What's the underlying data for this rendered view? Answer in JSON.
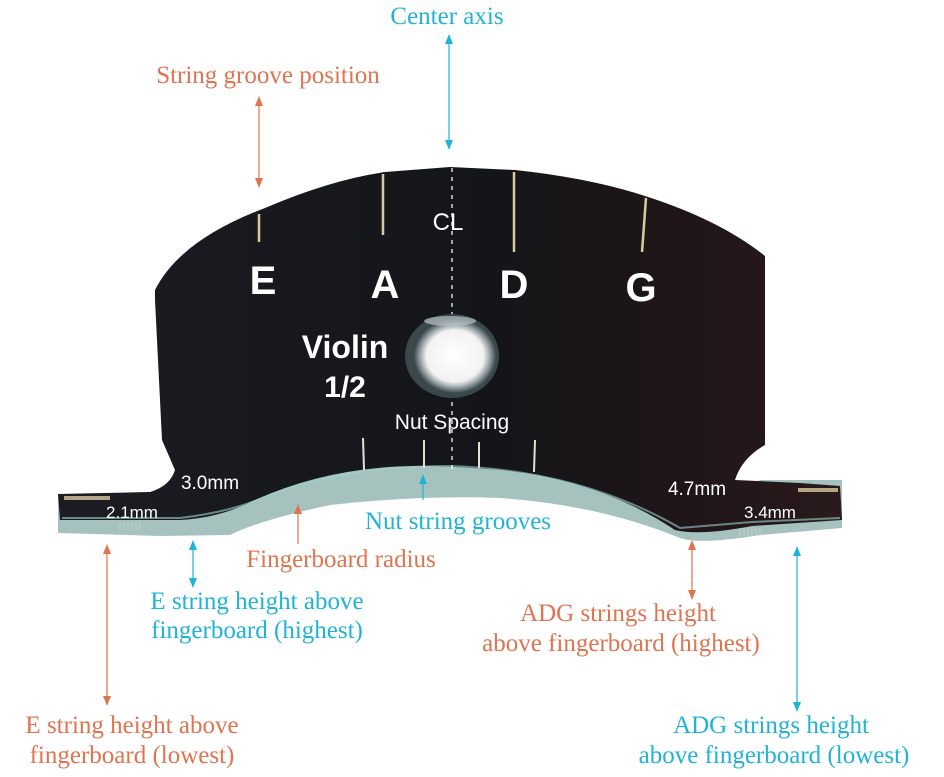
{
  "callouts": {
    "center_axis": "Center axis",
    "string_groove_position": "String groove position",
    "nut_string_grooves": "Nut string grooves",
    "fingerboard_radius": "Fingerboard radius",
    "e_high_line1": "E string height above",
    "e_high_line2": "fingerboard (highest)",
    "adg_high_line1": "ADG strings height",
    "adg_high_line2": "above fingerboard (highest)",
    "e_low_line1": "E string height above",
    "e_low_line2": "fingerboard (lowest)",
    "adg_low_line1": "ADG strings height",
    "adg_low_line2": "above fingerboard (lowest)"
  },
  "plate": {
    "strings": [
      "E",
      "A",
      "D",
      "G"
    ],
    "centerline": "CL",
    "model_line1": "Violin",
    "model_line2": "1/2",
    "nut_spacing": "Nut Spacing",
    "e_high_value": "3.0mm",
    "e_low_value": "2.1mm",
    "adg_high_value": "4.7mm",
    "adg_low_value": "3.4mm"
  },
  "colors": {
    "callout_orange": "#e07350",
    "callout_blue": "#21b3d6",
    "plate_dark": "#15171c",
    "groove_gold": "#d9c9a0"
  }
}
